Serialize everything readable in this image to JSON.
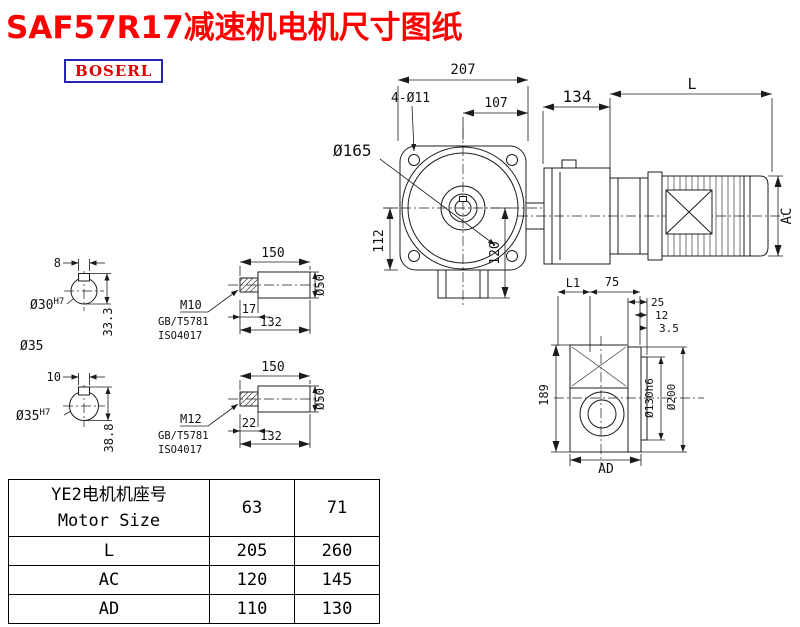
{
  "title": "SAF57R17减速机电机尺寸图纸",
  "logo_text": "BOSERL",
  "colors": {
    "title_red": "#ff0000",
    "logo_text_red": "#e00000",
    "logo_border_blue": "#2525b5",
    "line_black": "#1c1c1c"
  },
  "front_view": {
    "dim_width": "207",
    "dim_half": "107",
    "bolt_holes": "4-Ø11",
    "flange_dia": "Ø165",
    "dim_height": "112",
    "dim_bottom": "120"
  },
  "side_view": {
    "dim_gearbox_len": "134",
    "dim_motor_len": "L",
    "dim_motor_height": "AC"
  },
  "shaft_end_1": {
    "key_width": "8",
    "bore_base": "Ø30",
    "bore_tol": "H7",
    "key_depth": "33.3",
    "outer_dia": "Ø35"
  },
  "shaft_end_2": {
    "key_width": "10",
    "bore_base": "Ø35",
    "bore_tol": "H7",
    "key_depth": "38.8"
  },
  "shaft_detail_1": {
    "length": "150",
    "thread": "M10",
    "std_line1": "GB/T5781",
    "std_line2": "ISO4017",
    "thread_len": "17",
    "body_len": "132",
    "dia": "Ø50"
  },
  "shaft_detail_2": {
    "length": "150",
    "thread": "M12",
    "std_line1": "GB/T5781",
    "std_line2": "ISO4017",
    "thread_len": "22",
    "body_len": "132",
    "dia": "Ø50"
  },
  "output_view": {
    "dim_l1": "L1",
    "dim_75": "75",
    "dim_25": "25",
    "dim_12": "12",
    "dim_3_5": "3.5",
    "dim_height": "189",
    "spigot_dia": "Ø130h6",
    "flange_dia": "Ø200",
    "dim_ad": "AD"
  },
  "table": {
    "header_cn": "YE2电机机座号",
    "header_en": "Motor Size",
    "sizes": [
      "63",
      "71"
    ],
    "rows": [
      {
        "label": "L",
        "values": [
          "205",
          "260"
        ]
      },
      {
        "label": "AC",
        "values": [
          "120",
          "145"
        ]
      },
      {
        "label": "AD",
        "values": [
          "110",
          "130"
        ]
      }
    ]
  }
}
